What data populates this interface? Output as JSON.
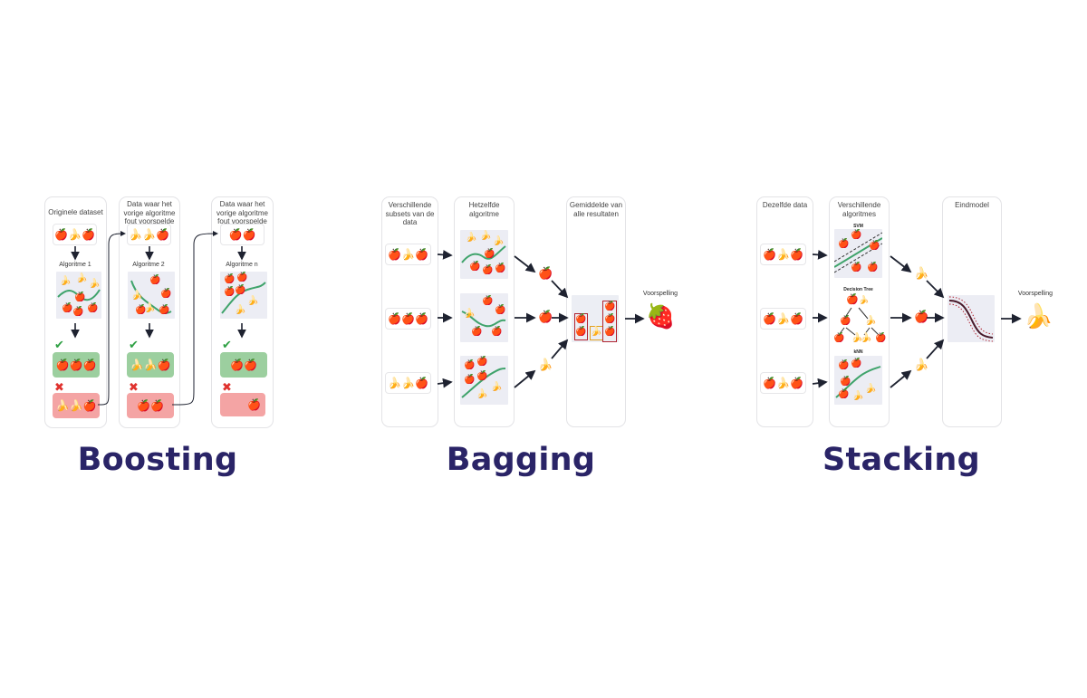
{
  "icons": {
    "apple": "🍎",
    "banana": "🍌",
    "strawberry": "🍓",
    "check": "✔",
    "cross": "✖"
  },
  "colors": {
    "title": "#2a2467",
    "correct": "#9ccf9f",
    "wrong": "#f4a4a4",
    "boundary": "#3fa36b"
  },
  "boosting": {
    "title": "Boosting",
    "col1_header": "Originele dataset",
    "col2_header": "Data waar het vorige algoritme fout voorspelde",
    "col3_header": "Data waar het vorige algoritme fout voorspelde",
    "algo1": "Algoritme 1",
    "algo2": "Algoritme 2",
    "algo3": "Algoritme n"
  },
  "bagging": {
    "title": "Bagging",
    "col1_header": "Verschillende subsets van de data",
    "col2_header": "Hetzelfde algoritme",
    "col3_header": "Gemiddelde van alle resultaten",
    "prediction_label": "Voorspelling"
  },
  "stacking": {
    "title": "Stacking",
    "col1_header": "Dezelfde data",
    "col2_header": "Verschillende algoritmes",
    "col3_header": "Eindmodel",
    "model1": "SVM",
    "model2": "Decision Tree",
    "model3": "kNN",
    "prediction_label": "Voorspelling"
  }
}
